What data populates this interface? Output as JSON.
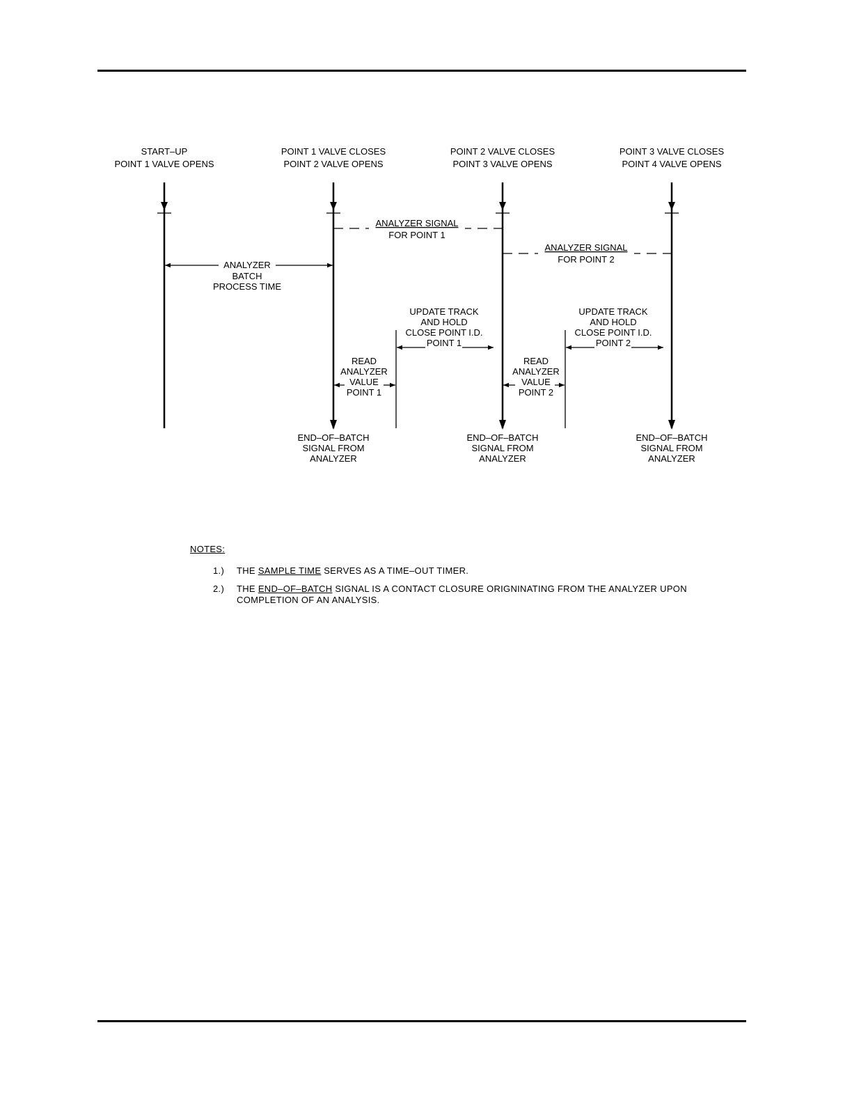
{
  "headers": [
    {
      "l1": "START–UP",
      "l2": "POINT 1 VALVE OPENS"
    },
    {
      "l1": "POINT 1 VALVE CLOSES",
      "l2": "POINT 2 VALVE OPENS"
    },
    {
      "l1": "POINT 2 VALVE CLOSES",
      "l2": "POINT 3 VALVE OPENS"
    },
    {
      "l1": "POINT 3 VALVE CLOSES",
      "l2": "POINT 4 VALVE OPENS"
    }
  ],
  "analyzer_signal": [
    {
      "l1": "ANALYZER SIGNAL",
      "l2": "FOR POINT 1"
    },
    {
      "l1": "ANALYZER SIGNAL",
      "l2": "FOR POINT 2"
    }
  ],
  "batch_time": {
    "l1": "ANALYZER",
    "l2": "BATCH",
    "l3": "PROCESS TIME"
  },
  "update_track": [
    {
      "l1": "UPDATE TRACK",
      "l2": "AND HOLD",
      "l3": "CLOSE POINT I.D.",
      "l4": "POINT 1"
    },
    {
      "l1": "UPDATE TRACK",
      "l2": "AND HOLD",
      "l3": "CLOSE POINT I.D.",
      "l4": "POINT 2"
    }
  ],
  "read_value": [
    {
      "l1": "READ",
      "l2": "ANALYZER",
      "l3": "VALUE",
      "l4": "POINT 1"
    },
    {
      "l1": "READ",
      "l2": "ANALYZER",
      "l3": "VALUE",
      "l4": "POINT 2"
    }
  ],
  "end_of_batch": [
    {
      "l1": "END–OF–BATCH",
      "l2": "SIGNAL FROM",
      "l3": "ANALYZER"
    },
    {
      "l1": "END–OF–BATCH",
      "l2": "SIGNAL FROM",
      "l3": "ANALYZER"
    },
    {
      "l1": "END–OF–BATCH",
      "l2": "SIGNAL FROM",
      "l3": "ANALYZER"
    }
  ],
  "notes": {
    "heading": "NOTES:",
    "items": [
      {
        "num": "1.)",
        "pre": "THE ",
        "term": "SAMPLE TIME",
        "post": " SERVES AS A TIME–OUT TIMER.",
        "cont": ""
      },
      {
        "num": "2.)",
        "pre": "THE ",
        "term": "END–OF–BATCH",
        "post": " SIGNAL IS A CONTACT CLOSURE ORIGNINATING FROM THE ANALYZER UPON",
        "cont": "COMPLETION OF AN ANALYSIS."
      }
    ]
  }
}
